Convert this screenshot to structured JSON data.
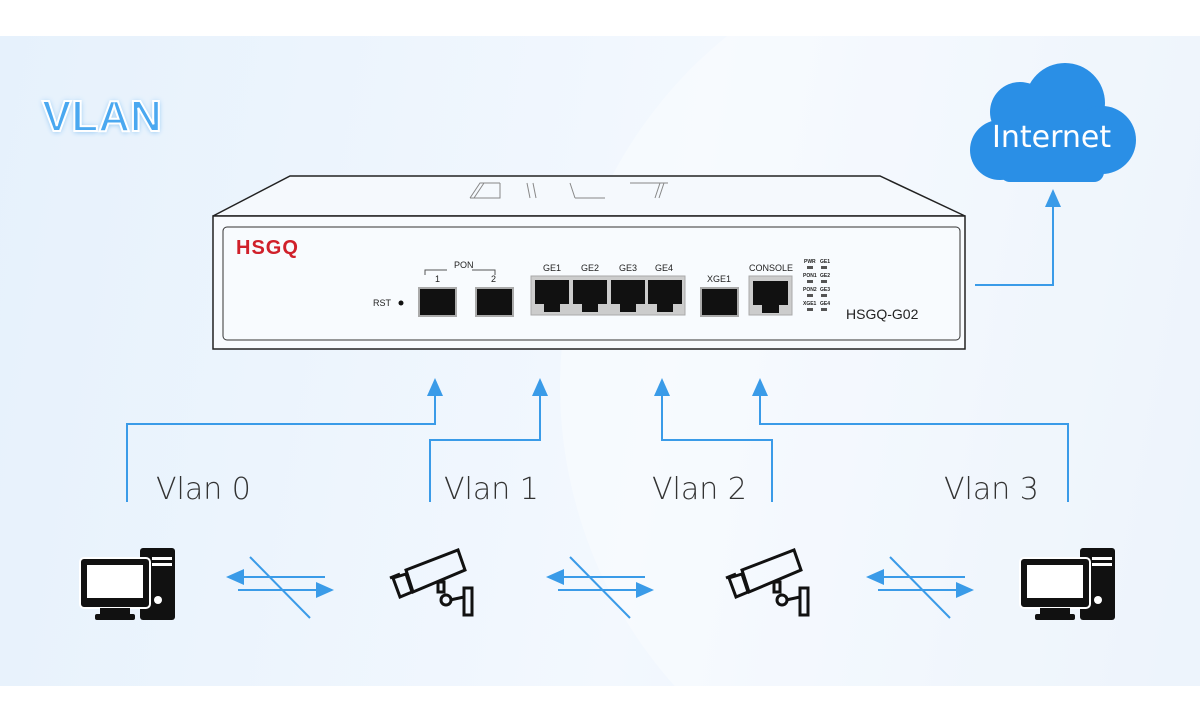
{
  "title": "VLAN",
  "cloud_label": "Internet",
  "device": {
    "brand": "HSGQ",
    "model": "HSGQ-G02",
    "rst": "RST",
    "pon_group": "PON",
    "pon_ports": [
      "1",
      "2"
    ],
    "ge_ports": [
      "GE1",
      "GE2",
      "GE3",
      "GE4"
    ],
    "xge": "XGE1",
    "console": "CONSOLE",
    "leds_left": [
      "PWR",
      "PON1",
      "PON2",
      "XGE1"
    ],
    "leds_right": [
      "GE1",
      "GE2",
      "GE3",
      "GE4"
    ]
  },
  "vlans": [
    "Vlan 0",
    "Vlan 1",
    "Vlan 2",
    "Vlan 3"
  ],
  "colors": {
    "accent": "#3a9be8",
    "brand": "#d0202a"
  }
}
